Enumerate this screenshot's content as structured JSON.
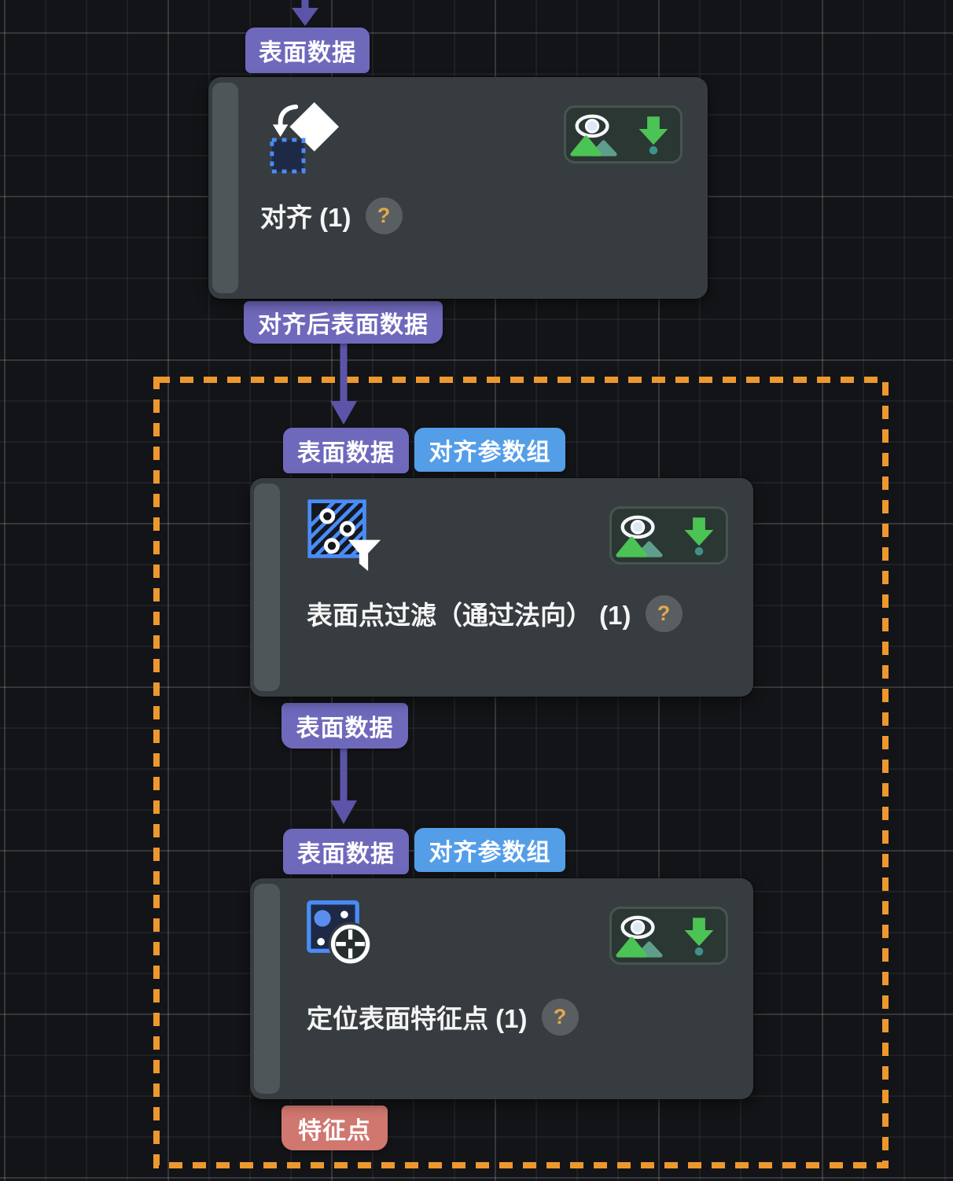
{
  "ui": {
    "help_mark": "?"
  },
  "colors": {
    "canvas_bg": "#131417",
    "node_bg": "#363C3F",
    "node_strip": "#4E5659",
    "node_title": "#F5F5F5",
    "badge_purple": "#6F69BC",
    "badge_blue": "#549EE8",
    "badge_salmon": "#D0776F",
    "badge_text": "#FFFFFF",
    "arrow": "#5B54A8",
    "selection": "#ED982F",
    "tool_bg": "#2B3733",
    "tool_border": "#47554F",
    "green_bright": "#4CC355",
    "green_soft": "#5F9E8D",
    "teal": "#3E9189",
    "icon_blue": "#4A8CF7",
    "icon_blue_light": "#5B8DEF",
    "icon_navy": "#1E2A45",
    "help_bg": "#595E60",
    "help_fg": "#E2A94D"
  },
  "nodes": [
    {
      "title": "对齐 (1)",
      "icon": "align-transform-icon",
      "inputs": [
        {
          "label": "表面数据",
          "color": "purple"
        }
      ],
      "outputs": [
        {
          "label": "对齐后表面数据",
          "color": "purple"
        }
      ],
      "tools": [
        "visualize-output-button",
        "save-output-button"
      ]
    },
    {
      "title": "表面点过滤（通过法向） (1)",
      "icon": "surface-point-filter-icon",
      "inputs": [
        {
          "label": "表面数据",
          "color": "purple"
        },
        {
          "label": "对齐参数组",
          "color": "blue"
        }
      ],
      "outputs": [
        {
          "label": "表面数据",
          "color": "purple"
        }
      ],
      "tools": [
        "visualize-output-button",
        "save-output-button"
      ]
    },
    {
      "title": "定位表面特征点 (1)",
      "icon": "locate-surface-feature-points-icon",
      "inputs": [
        {
          "label": "表面数据",
          "color": "purple"
        },
        {
          "label": "对齐参数组",
          "color": "blue"
        }
      ],
      "outputs": [
        {
          "label": "特征点",
          "color": "salmon"
        }
      ],
      "tools": [
        "visualize-output-button",
        "save-output-button"
      ]
    }
  ],
  "selection": {
    "type": "rubber-band",
    "style": "dashed-orange"
  }
}
